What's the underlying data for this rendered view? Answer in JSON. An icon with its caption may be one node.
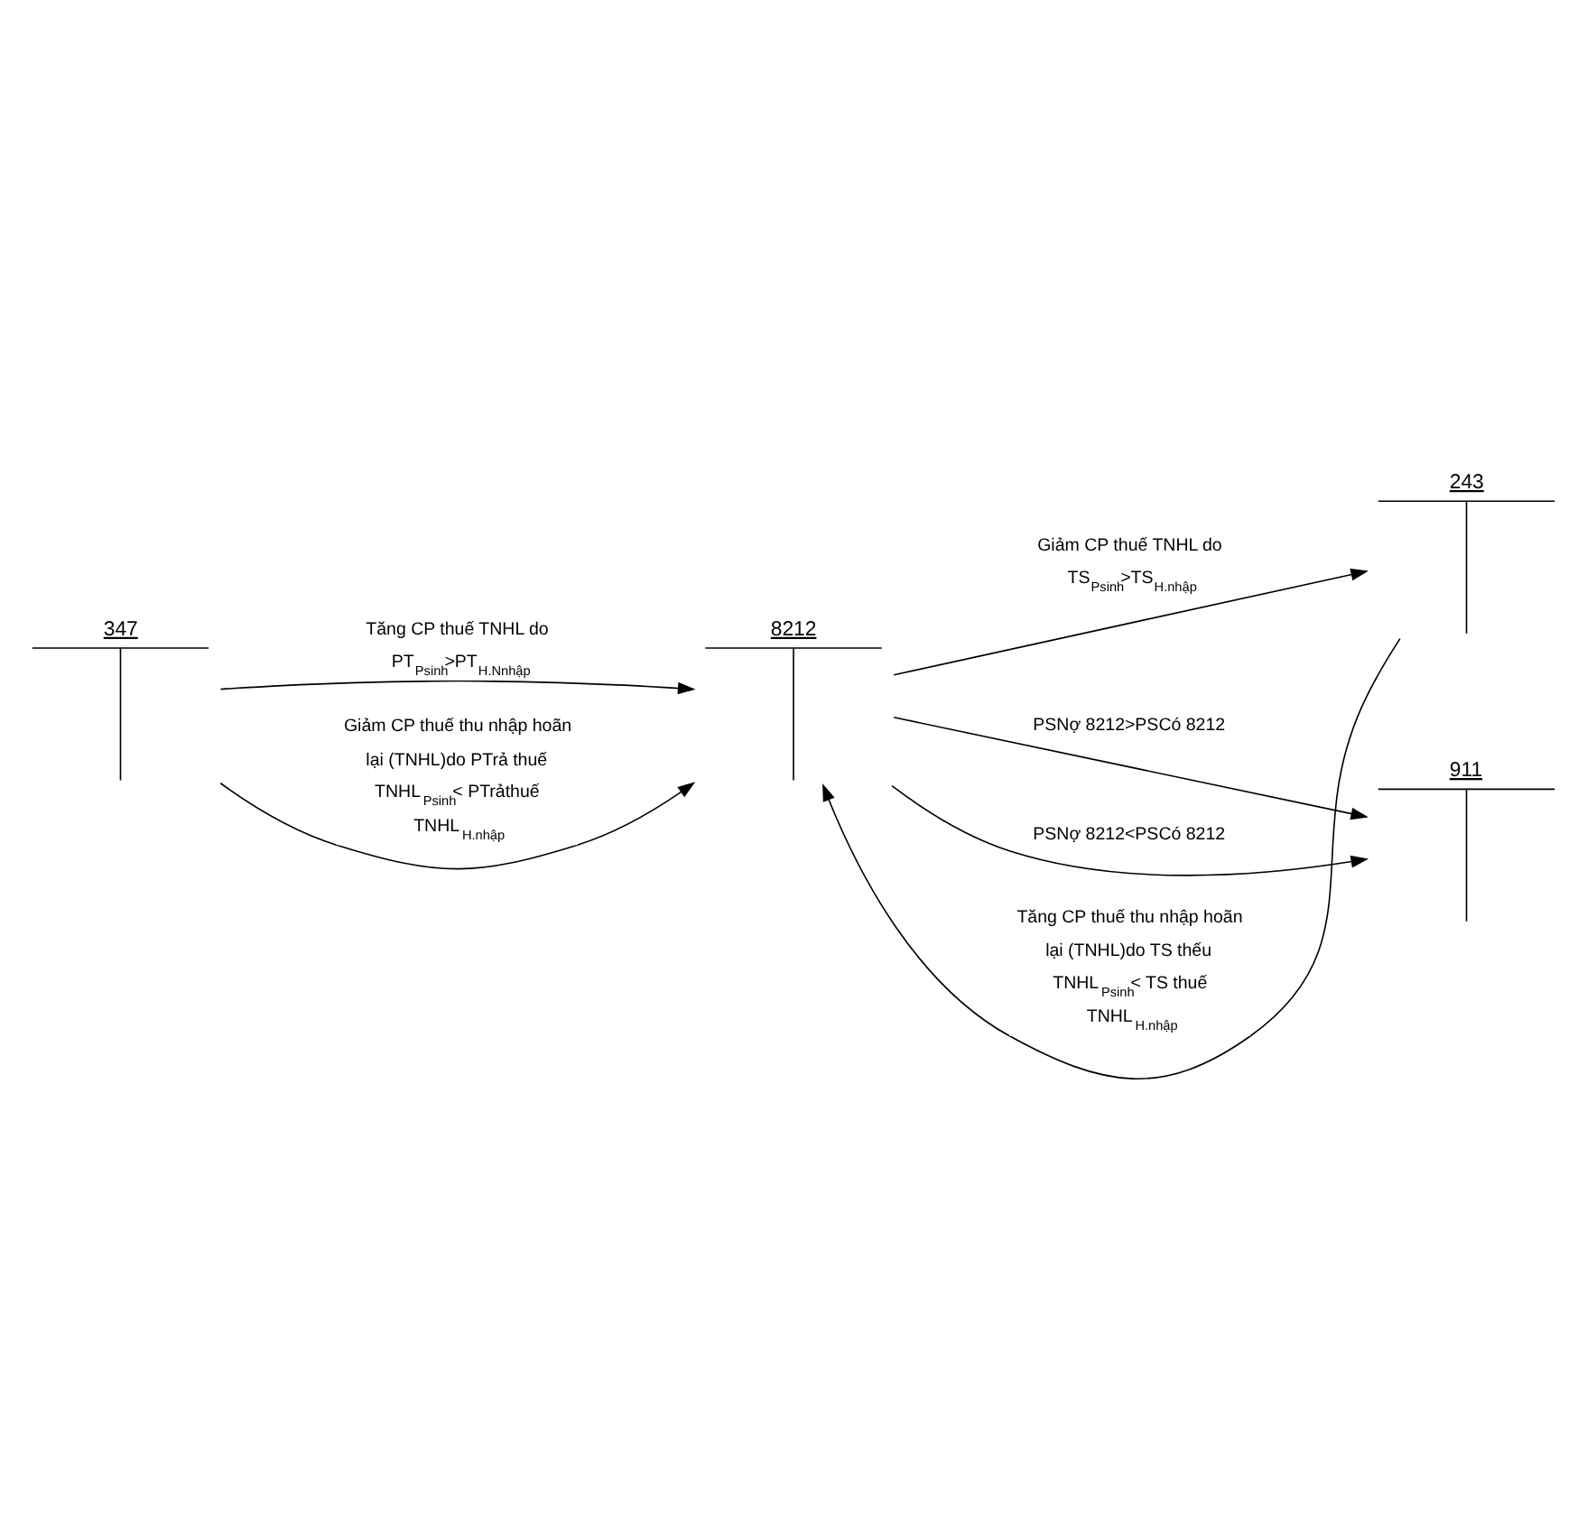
{
  "diagram": {
    "nodes": [
      {
        "text": [
          "347"
        ]
      },
      {
        "text": [
          "8212"
        ]
      },
      {
        "text": [
          "243"
        ]
      },
      {
        "text": [
          "911"
        ]
      }
    ],
    "edges": [
      {
        "from": 2,
        "to": 1,
        "arrow": "to",
        "label": "Tăng CP thuế thu nhập hoãn lại (TNHL)do TS thếu TNHL$_{Psinh}$< TS thuế TNHL$_{H.nhập}$"
      },
      {
        "from": 1,
        "to": 2,
        "arrow": "to",
        "label": "Giảm CP thuế TNHL do TS$_{Psinh}$>TS$_{H.nhập}$"
      },
      {
        "from": 0,
        "to": 1,
        "arrow": "to",
        "label": "Tăng CP thuế TNHL do PT$_{Psinh}$>PT$_{H.Nnhập}$"
      },
      {
        "from": 0,
        "to": 1,
        "arrow": "to",
        "label": "Giảm CP thuế thu nhập hoãn lại (TNHL)do PTrả thuế TNHL$_{Psinh}$< PTrảthuế TNHL$_{H.nhập}$"
      },
      {
        "from": 1,
        "to": 3,
        "arrow": "to",
        "label": "PSNợ 8212>PSCó 8212"
      },
      {
        "from": 1,
        "to": 3,
        "arrow": "to",
        "label": "PSNợ 8212<PSCó 8212"
      }
    ]
  }
}
